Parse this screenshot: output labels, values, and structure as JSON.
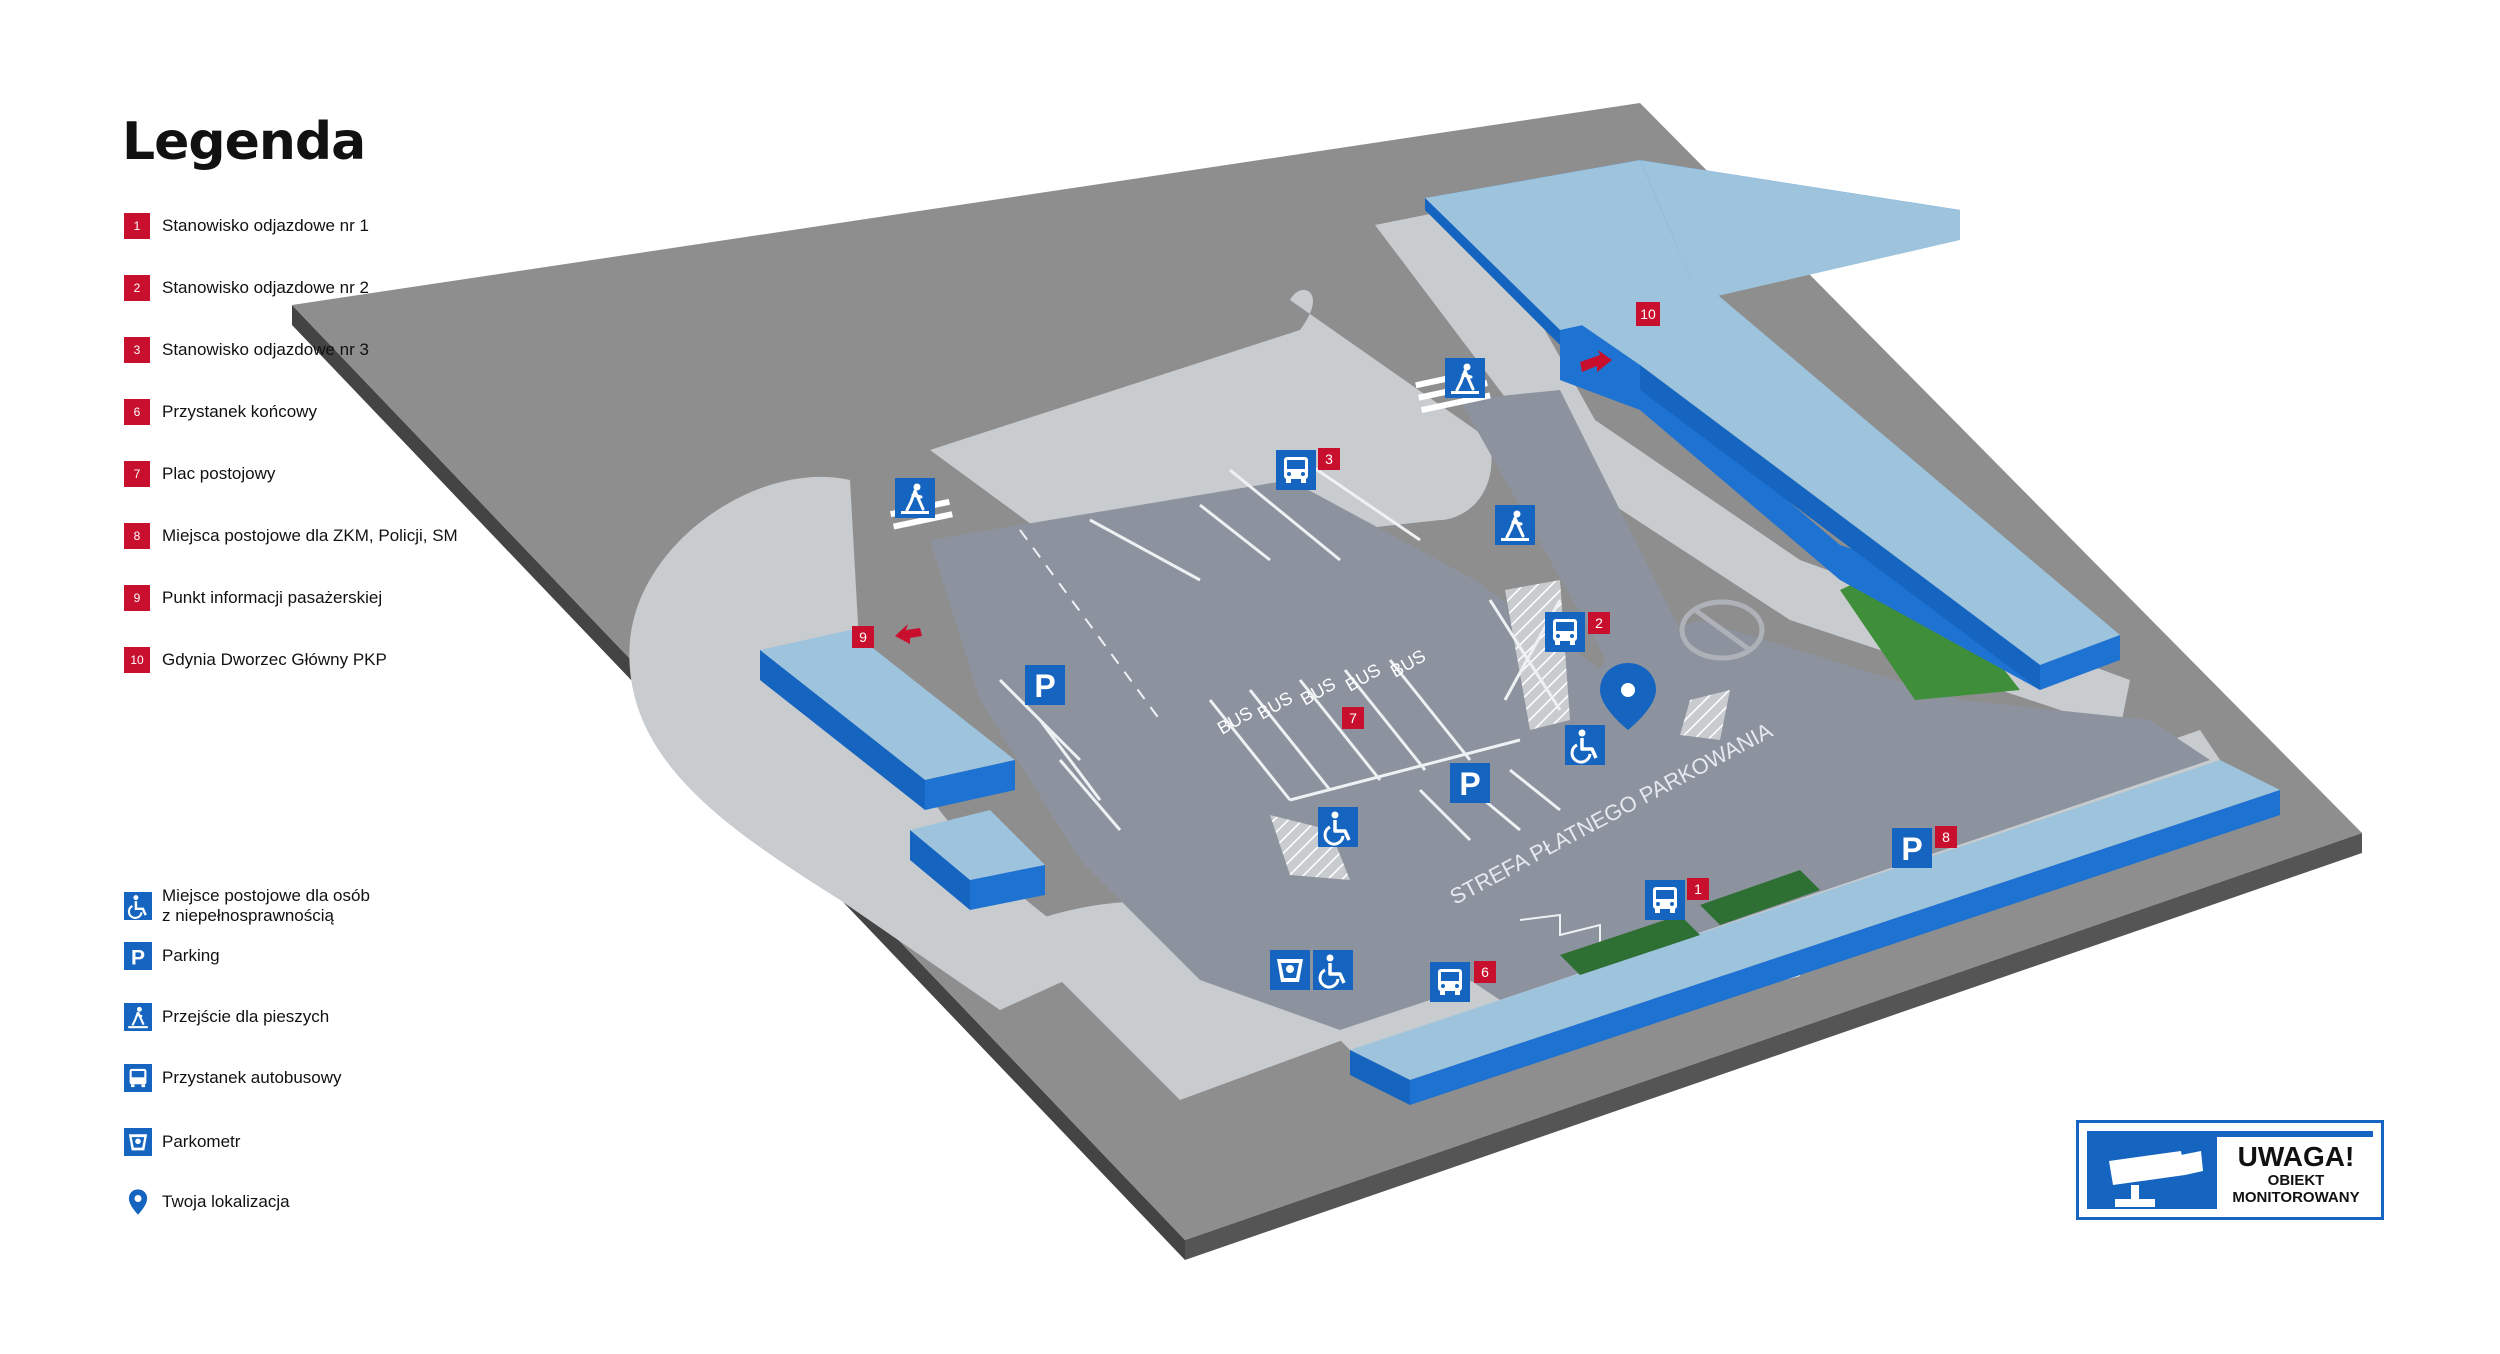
{
  "legend": {
    "title": "Legenda",
    "numbered": [
      {
        "num": "1",
        "label": "Stanowisko odjazdowe nr 1"
      },
      {
        "num": "2",
        "label": "Stanowisko odjazdowe nr 2"
      },
      {
        "num": "3",
        "label": "Stanowisko odjazdowe nr 3"
      },
      {
        "num": "6",
        "label": "Przystanek końcowy"
      },
      {
        "num": "7",
        "label": "Plac postojowy"
      },
      {
        "num": "8",
        "label": "Miejsca postojowe dla ZKM, Policji, SM"
      },
      {
        "num": "9",
        "label": "Punkt informacji pasażerskiej"
      },
      {
        "num": "10",
        "label": "Gdynia Dworzec Główny PKP"
      }
    ],
    "symbols": [
      {
        "icon": "wheelchair-icon",
        "line1": "Miejsce postojowe dla osób",
        "line2": "z niepełnosprawnością"
      },
      {
        "icon": "parking-icon",
        "line1": "Parking",
        "line2": ""
      },
      {
        "icon": "pedestrian-crossing-icon",
        "line1": "Przejście dla pieszych",
        "line2": ""
      },
      {
        "icon": "bus-stop-icon",
        "line1": "Przystanek autobusowy",
        "line2": ""
      },
      {
        "icon": "parking-meter-icon",
        "line1": "Parkometr",
        "line2": ""
      },
      {
        "icon": "location-pin-icon",
        "line1": "Twoja lokalizacja",
        "line2": ""
      }
    ]
  },
  "map": {
    "bus_label": "BUS",
    "zone_label": "STREFA PŁATNEGO PARKOWANIA",
    "parking_letter": "P",
    "badges": {
      "b1": "1",
      "b2": "2",
      "b3": "3",
      "b6": "6",
      "b7": "7",
      "b8": "8",
      "b9": "9",
      "b10": "10"
    }
  },
  "warning": {
    "line1": "UWAGA!",
    "line2": "OBIEKT",
    "line3": "MONITOROWANY"
  },
  "colors": {
    "accent_blue": "#1565c0",
    "badge_red": "#c8102e",
    "building_top": "#9dc3dd",
    "road": "#8c929e",
    "sidewalk": "#c9cccf",
    "base": "#8e8e8e",
    "grass": "#3f8f3a",
    "dark_green": "#2e6f33"
  }
}
